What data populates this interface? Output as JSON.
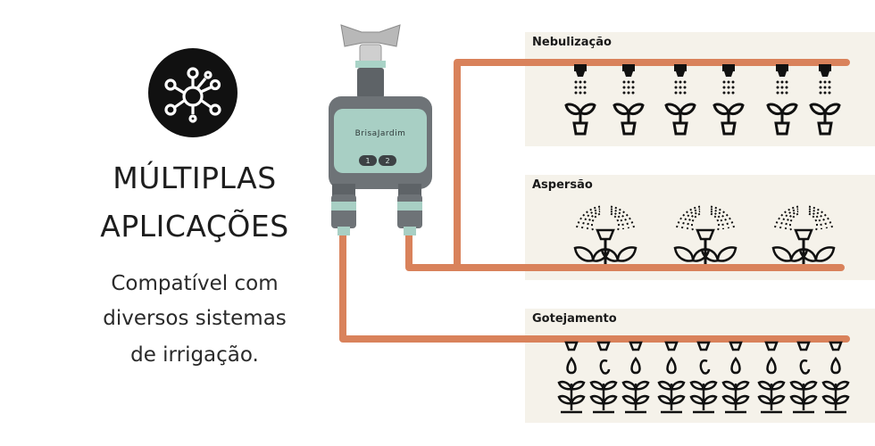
{
  "hero": {
    "icon": "network-hub-icon",
    "title_line1": "MÚLTIPLAS",
    "title_line2": "APLICAÇÕES",
    "body_line1": "Compatível com",
    "body_line2": "diversos sistemas",
    "body_line3": "de irrigação."
  },
  "device": {
    "brand": "BrisaJardim",
    "button1": "1",
    "button2": "2"
  },
  "sections": [
    {
      "label": "Nebulização",
      "icon": "misting-nozzle-icon"
    },
    {
      "label": "Aspersão",
      "icon": "sprinkler-icon"
    },
    {
      "label": "Gotejamento",
      "icon": "drip-emitter-icon"
    }
  ],
  "colors": {
    "hose": "#d9825b",
    "panel": "#f5f2ea",
    "device_face": "#a8cfc4",
    "device_body": "#6e7377",
    "icon": "#111111"
  }
}
